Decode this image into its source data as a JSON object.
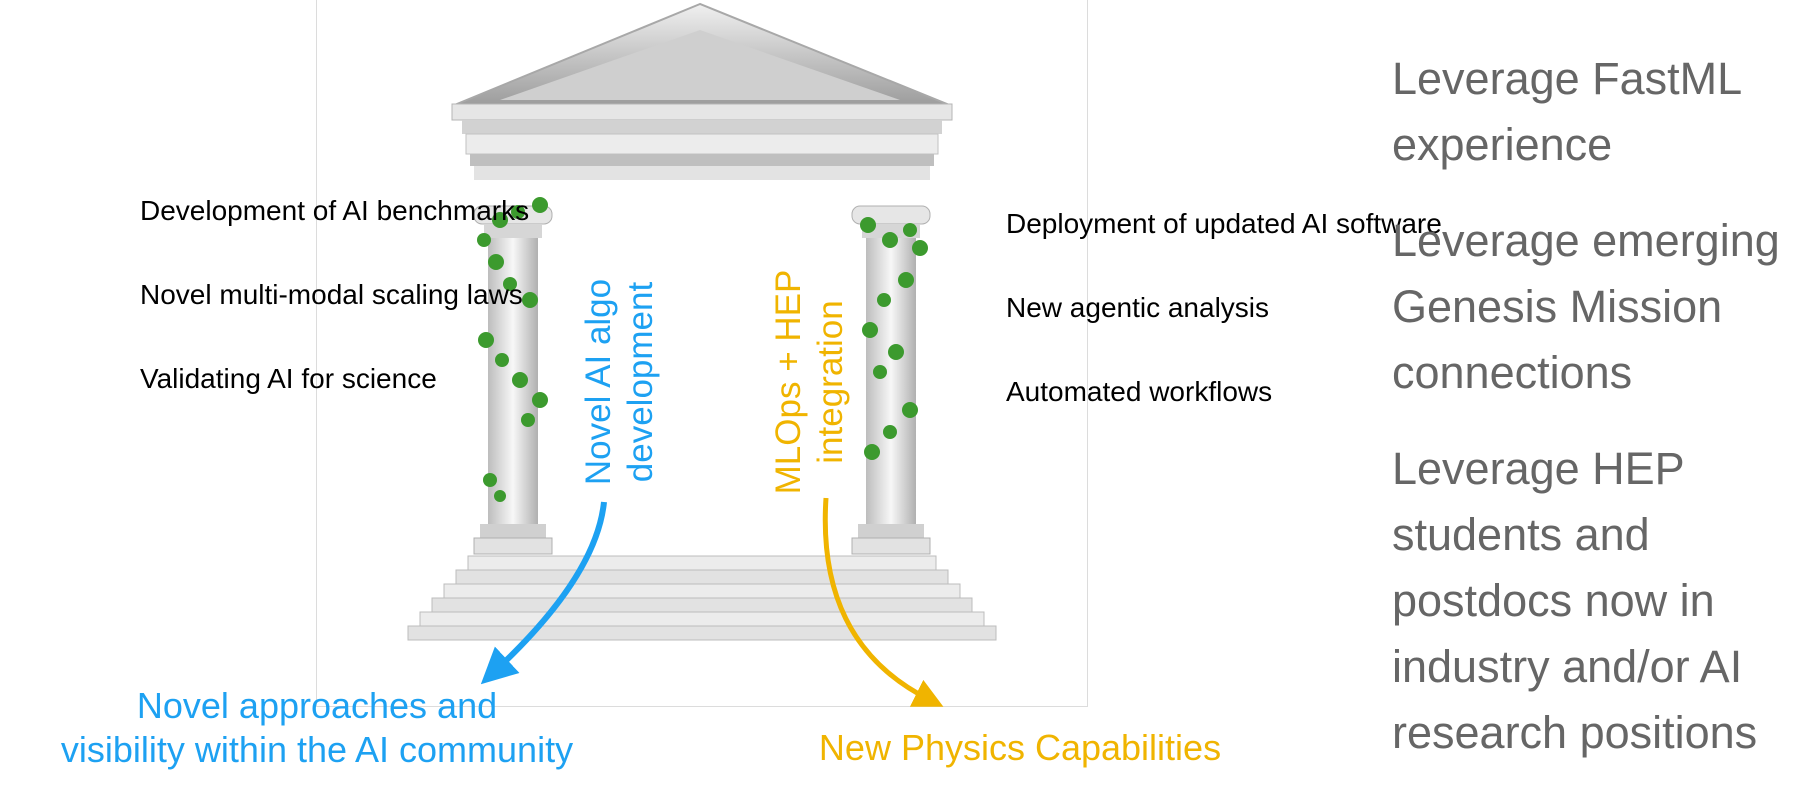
{
  "left_items": [
    "Development of AI benchmarks",
    "Novel multi-modal scaling laws",
    "Validating AI for science"
  ],
  "right_items": [
    "Deployment of updated AI software",
    "New agentic analysis",
    "Automated workflows"
  ],
  "pillar_labels": {
    "left": [
      "Novel AI algo",
      "development"
    ],
    "right": [
      "MLOps + HEP",
      "integration"
    ]
  },
  "outcomes": {
    "left": [
      "Novel approaches and",
      "visibility within the AI community"
    ],
    "right": "New Physics Capabilities"
  },
  "bullets": [
    [
      "Leverage FastML",
      "experience"
    ],
    [
      "Leverage emerging",
      "Genesis Mission",
      "connections"
    ],
    [
      "Leverage HEP",
      "students and",
      "postdocs now in",
      "industry and/or AI",
      "research positions"
    ]
  ],
  "colors": {
    "blue": "#1da1f2",
    "gold": "#f0b400",
    "gray_text": "#666666"
  }
}
